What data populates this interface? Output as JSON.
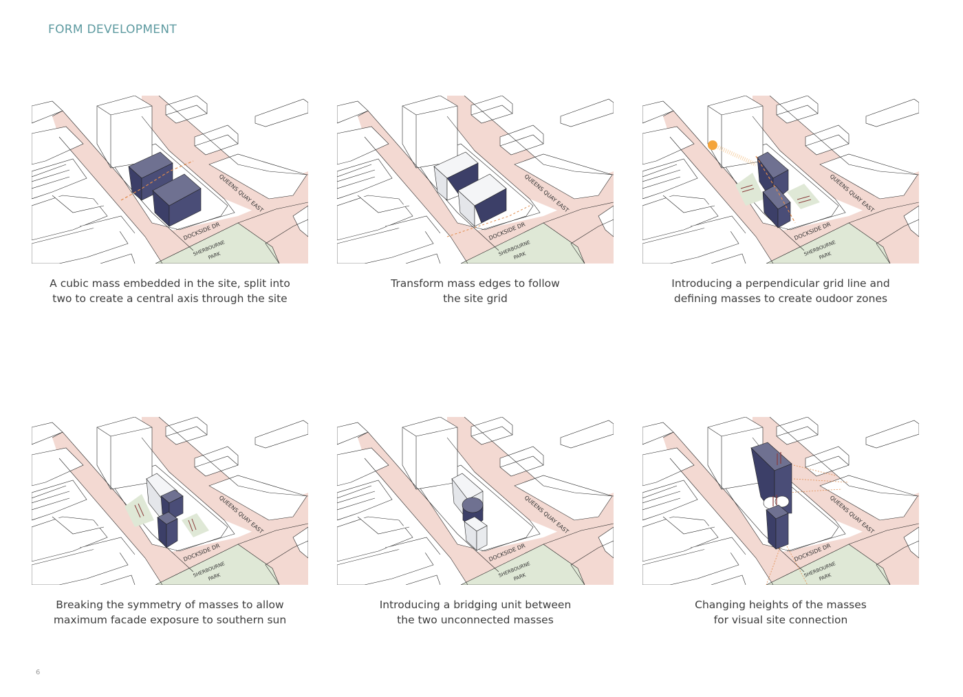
{
  "page": {
    "title": "FORM DEVELOPMENT",
    "page_number": "6"
  },
  "colors": {
    "title": "#5d9aa0",
    "road": "#f3d9d2",
    "park": "#dfe8d6",
    "mass_dark": "#3c3f68",
    "mass_top": "#6f7191",
    "mass_light": "#eceef1",
    "axis_dash": "#e08a4a",
    "sun": "#f4a43a",
    "arrow": "#8a3b3b"
  },
  "map_labels": {
    "street_1": "QUEENS QUAY EAST",
    "street_2": "DOCKSIDE DR",
    "park_line_1": "SHERBOURNE",
    "park_line_2": "PARK"
  },
  "panels": [
    {
      "id": 1,
      "caption_line_1": "A cubic mass embedded in the site, split into",
      "caption_line_2": "two to create a central axis through the site",
      "massing": "two-dark-cubes-with-central-axis"
    },
    {
      "id": 2,
      "caption_line_1": "Transform mass edges to follow",
      "caption_line_2": "the site grid",
      "massing": "two-light-cubes-angled-edges"
    },
    {
      "id": 3,
      "caption_line_1": "Introducing a perpendicular grid line and",
      "caption_line_2": "defining masses to create oudoor zones",
      "massing": "two-offset-dark-masses-with-sun-and-outdoor-zones"
    },
    {
      "id": 4,
      "caption_line_1": "Breaking the symmetry of masses to allow",
      "caption_line_2": "maximum facade exposure to southern sun",
      "massing": "asymmetric-masses-with-outdoor-zones"
    },
    {
      "id": 5,
      "caption_line_1": "Introducing a bridging unit between",
      "caption_line_2": "the two unconnected masses",
      "massing": "two-light-masses-with-cylindrical-bridge"
    },
    {
      "id": 6,
      "caption_line_1": "Changing heights of the masses",
      "caption_line_2": "for visual site connection",
      "massing": "tall-towers-with-view-corridors"
    }
  ]
}
